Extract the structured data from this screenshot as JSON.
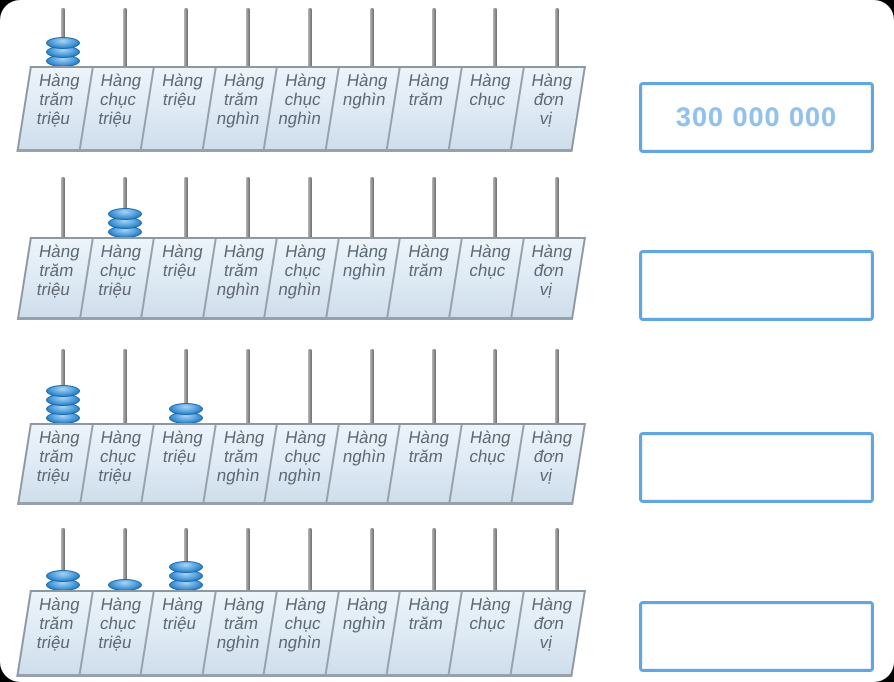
{
  "columns": [
    {
      "label": "Hàng trăm triệu",
      "lines": [
        "Hàng",
        "trăm",
        "triệu"
      ]
    },
    {
      "label": "Hàng chục triệu",
      "lines": [
        "Hàng",
        "chục",
        "triệu"
      ]
    },
    {
      "label": "Hàng triệu",
      "lines": [
        "Hàng",
        "triệu"
      ]
    },
    {
      "label": "Hàng trăm nghìn",
      "lines": [
        "Hàng",
        "trăm",
        "nghìn"
      ]
    },
    {
      "label": "Hàng chục nghìn",
      "lines": [
        "Hàng",
        "chục",
        "nghìn"
      ]
    },
    {
      "label": "Hàng nghìn",
      "lines": [
        "Hàng",
        "nghìn"
      ]
    },
    {
      "label": "Hàng trăm",
      "lines": [
        "Hàng",
        "trăm"
      ]
    },
    {
      "label": "Hàng chục",
      "lines": [
        "Hàng",
        "chục"
      ]
    },
    {
      "label": "Hàng đơn vị",
      "lines": [
        "Hàng",
        "đơn",
        "vị"
      ]
    }
  ],
  "abacuses": [
    {
      "name": "abacus-1",
      "beads": [
        3,
        0,
        0,
        0,
        0,
        0,
        0,
        0,
        0
      ]
    },
    {
      "name": "abacus-2",
      "beads": [
        0,
        3,
        0,
        0,
        0,
        0,
        0,
        0,
        0
      ]
    },
    {
      "name": "abacus-3",
      "beads": [
        4,
        0,
        2,
        0,
        0,
        0,
        0,
        0,
        0
      ]
    },
    {
      "name": "abacus-4",
      "beads": [
        2,
        1,
        3,
        0,
        0,
        0,
        0,
        0,
        0
      ]
    }
  ],
  "answers": [
    {
      "value": "300 000 000"
    },
    {
      "value": ""
    },
    {
      "value": ""
    },
    {
      "value": ""
    }
  ],
  "colors": {
    "bead": "#3f93d6",
    "bead_dark": "#1e6db0",
    "rod": "#8a8a8a",
    "plate_fill": "#dde9f4",
    "plate_border": "#8d98a2",
    "label_text": "#5f6973",
    "box_border": "#63a5de",
    "answer_text": "#92c1ec",
    "background": "#ffffff",
    "frame": "#000000"
  }
}
